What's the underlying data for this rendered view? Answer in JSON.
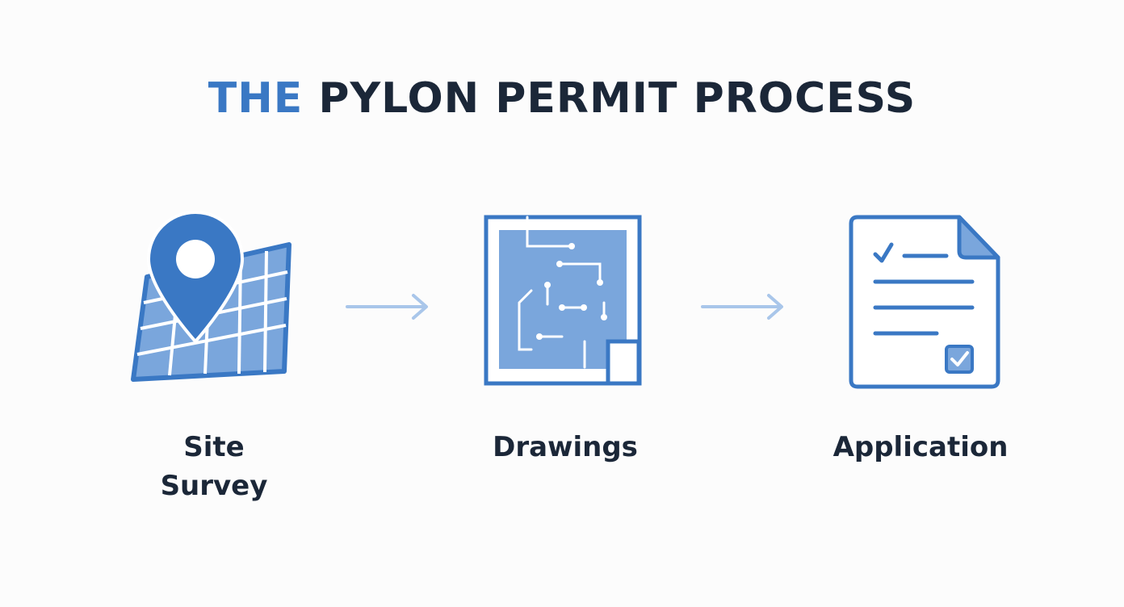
{
  "title": {
    "accent": "THE",
    "rest": "PYLON PERMIT PROCESS"
  },
  "steps": [
    {
      "label_line1": "Site",
      "label_line2": "Survey",
      "icon": "map-pin-icon"
    },
    {
      "label": "Drawings",
      "icon": "blueprint-icon"
    },
    {
      "label": "Application",
      "icon": "document-checklist-icon"
    }
  ],
  "colors": {
    "accent": "#3a78c4",
    "text": "#1b2738",
    "light_fill": "#7aa6dc",
    "arrow": "#a9c6ea"
  }
}
